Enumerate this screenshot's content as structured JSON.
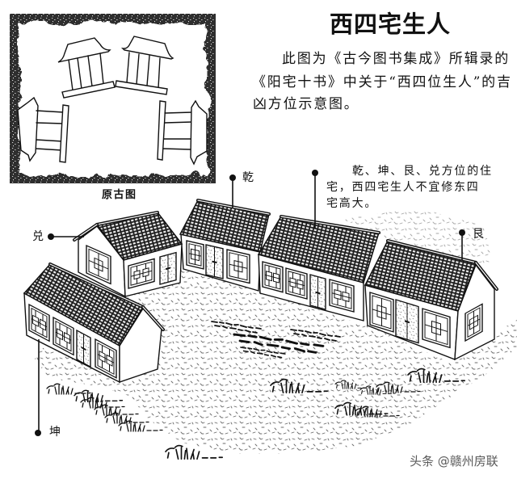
{
  "page": {
    "title": "西四宅生人",
    "intro_lines": [
      "此图为《古今图书集成》所辑录的",
      "《阳宅十书》中关于“西四位生人”的吉",
      "凶方位示意图。"
    ]
  },
  "original_figure": {
    "caption": "原古图"
  },
  "illustration": {
    "labels": {
      "qian": "乾",
      "kun": "坤",
      "gen": "艮",
      "dui": "兑"
    },
    "annotation_lines": [
      "乾、坤、艮、兑方位的住",
      "宅，西四宅生人不宜修东四",
      "宅高大。"
    ]
  },
  "watermark": {
    "text": "头条 @赣州房联"
  },
  "colors": {
    "ink": "#111111",
    "paper": "#ffffff",
    "frame_dark": "#2e2e2e",
    "watermark": "#5a5a5a"
  }
}
